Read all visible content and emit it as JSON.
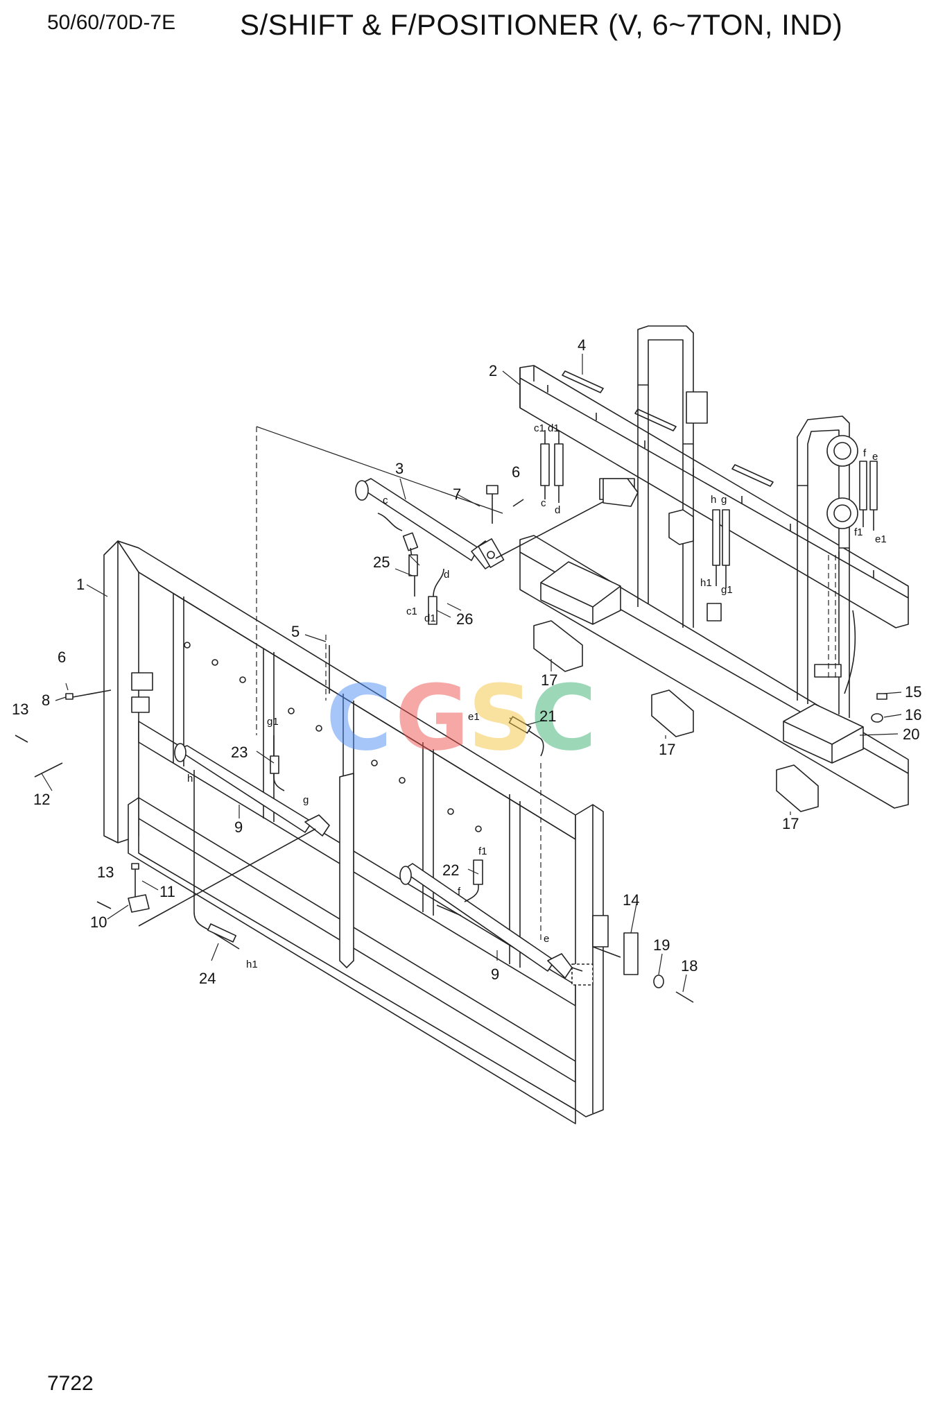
{
  "header": {
    "model": "50/60/70D-7E",
    "title": "S/SHIFT & F/POSITIONER (V, 6~7TON, IND)"
  },
  "footer": {
    "page_number": "7722"
  },
  "watermark": {
    "letters": [
      "C",
      "G",
      "S",
      "C"
    ],
    "colors": [
      "#4f8ff7",
      "#ef5350",
      "#f4c542",
      "#3bb273"
    ]
  },
  "callouts": [
    "1",
    "2",
    "3",
    "4",
    "5",
    "6",
    "6",
    "7",
    "8",
    "9",
    "9",
    "10",
    "11",
    "12",
    "13",
    "13",
    "14",
    "15",
    "16",
    "17",
    "17",
    "17",
    "18",
    "19",
    "20",
    "21",
    "22",
    "23",
    "24",
    "25",
    "26"
  ],
  "ports": [
    "c1",
    "d1",
    "c",
    "d",
    "h",
    "g",
    "f",
    "e",
    "f1",
    "e1",
    "h1",
    "g1",
    "c",
    "c1",
    "d",
    "d1",
    "g1",
    "g",
    "h",
    "e1",
    "f1",
    "f",
    "e",
    "h1"
  ]
}
